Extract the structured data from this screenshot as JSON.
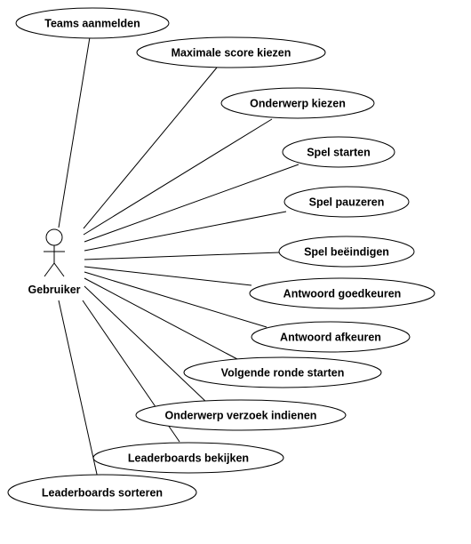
{
  "diagram": {
    "actor": {
      "label": "Gebruiker",
      "icon": "stick-figure-icon"
    },
    "use_cases": [
      "Teams aanmelden",
      "Maximale score kiezen",
      "Onderwerp kiezen",
      "Spel starten",
      "Spel pauzeren",
      "Spel beëindigen",
      "Antwoord goedkeuren",
      "Antwoord afkeuren",
      "Volgende ronde starten",
      "Onderwerp verzoek indienen",
      "Leaderboards bekijken",
      "Leaderboards sorteren"
    ],
    "colors": {
      "stroke": "#000000",
      "fill": "#ffffff",
      "text": "#000000"
    }
  }
}
